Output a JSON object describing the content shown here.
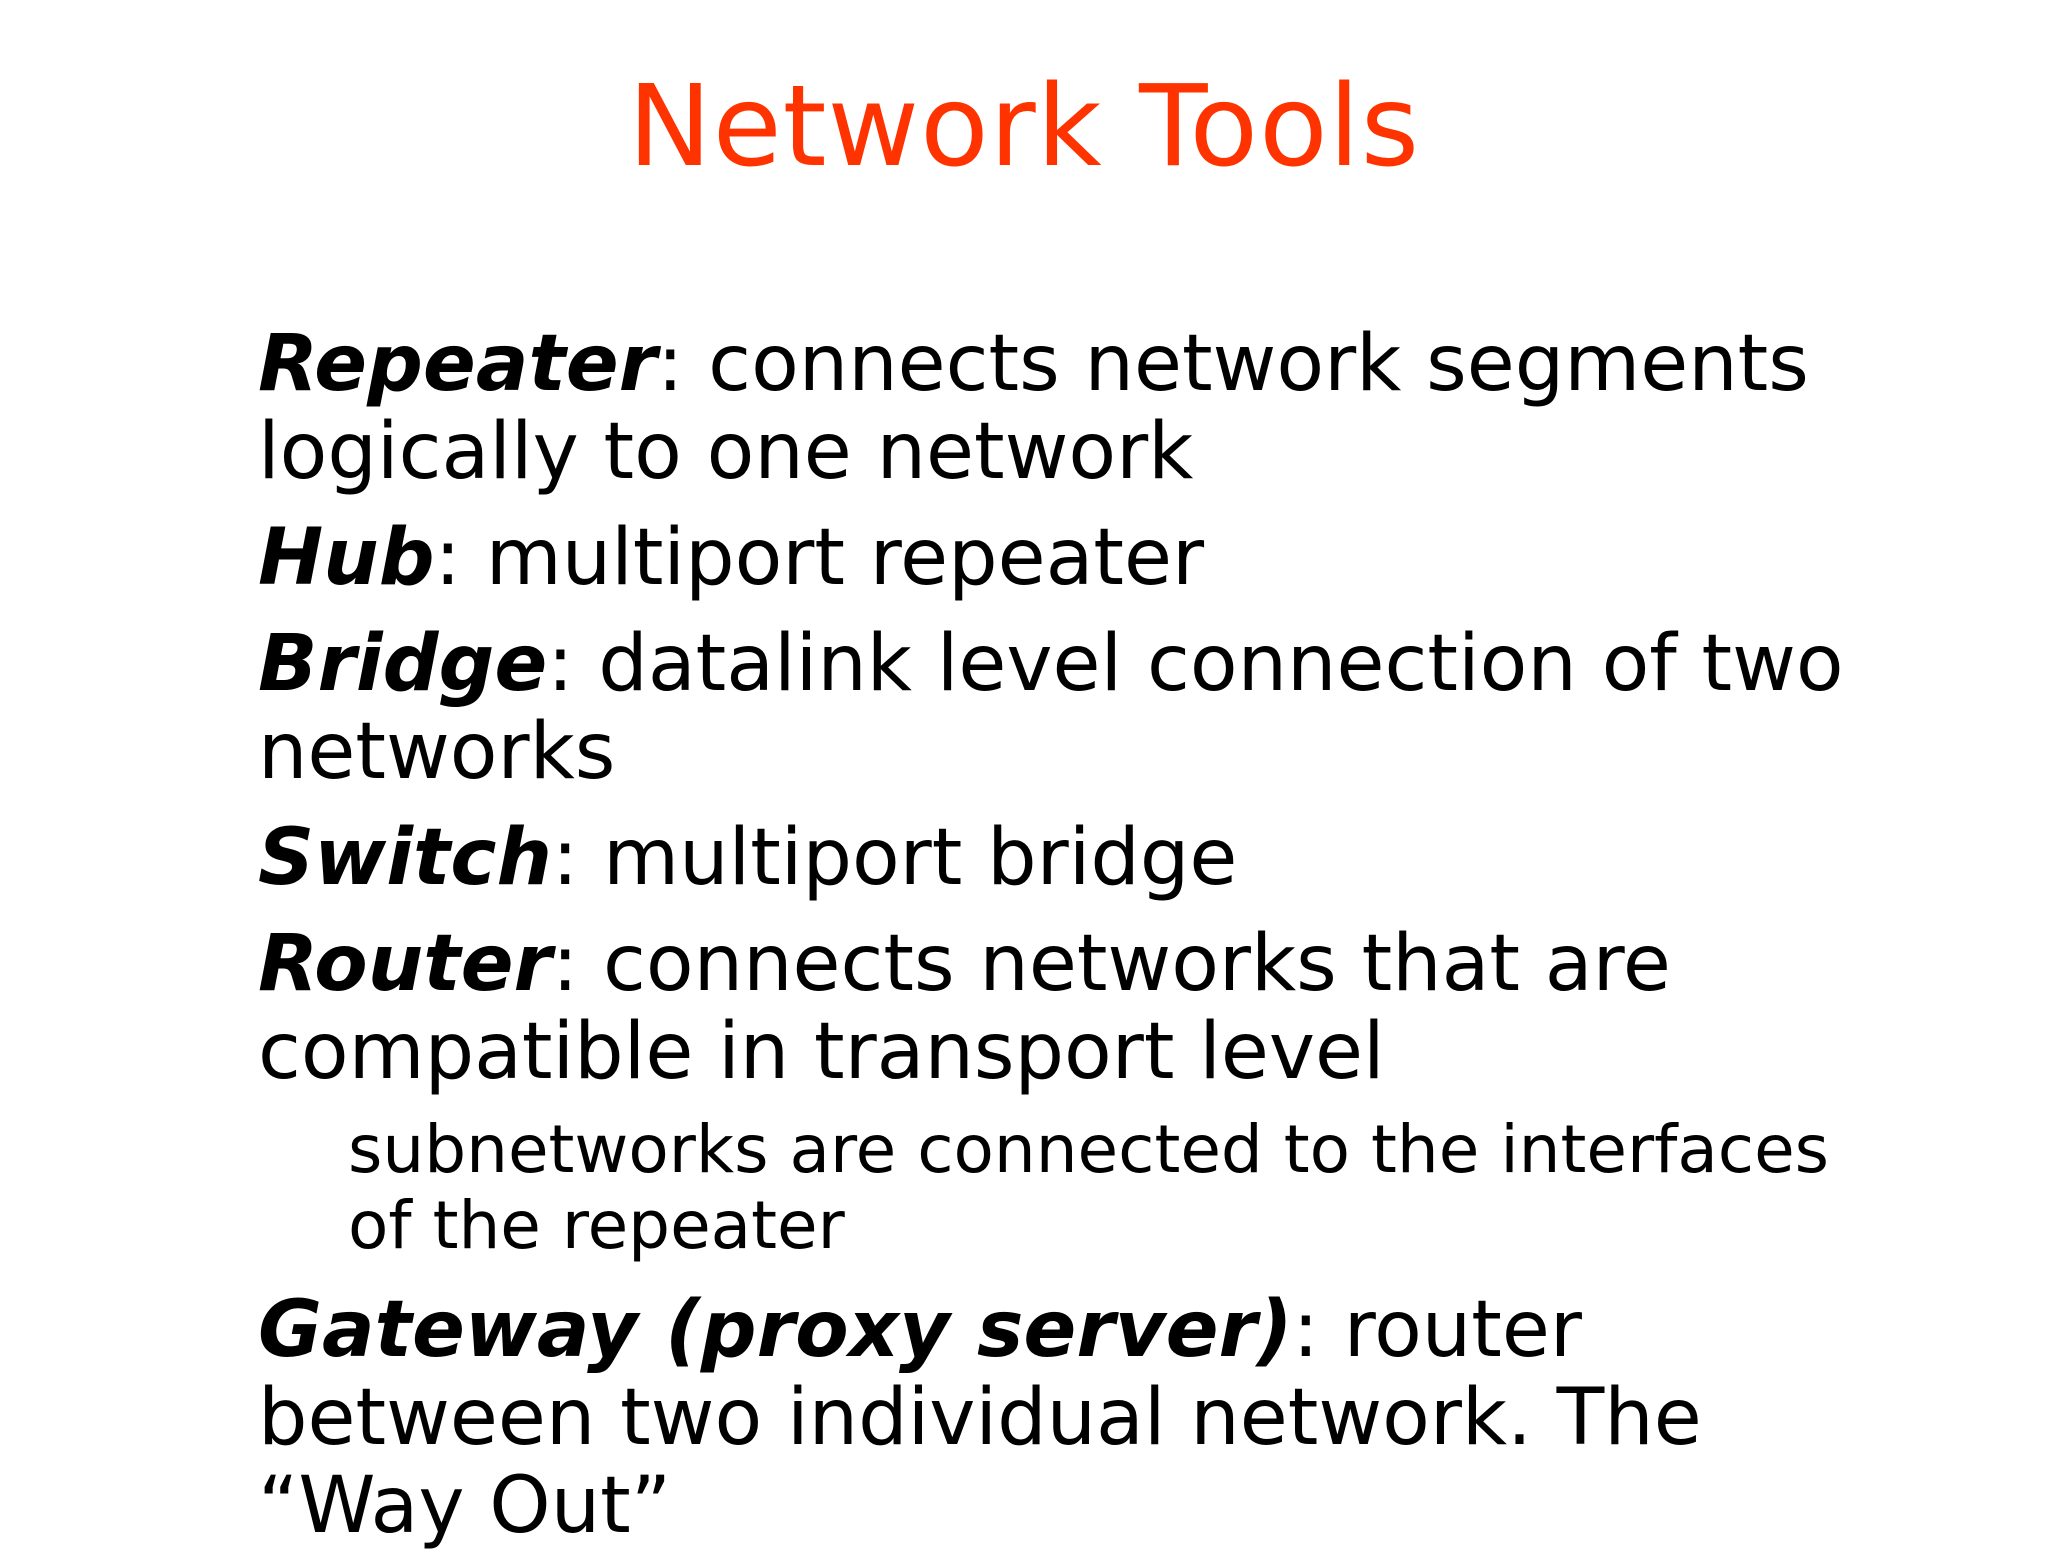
{
  "slide": {
    "title": "Network Tools",
    "title_color": "#ff3300",
    "items": [
      {
        "term": "Repeater",
        "text": ": connects network segments logically to one network"
      },
      {
        "term": "Hub",
        "text": ": multiport repeater"
      },
      {
        "term": "Bridge",
        "text": ": datalink level connection of two networks"
      },
      {
        "term": "Switch",
        "text": ": multiport bridge"
      },
      {
        "term": "Router",
        "text": ": connects networks that are compatible in transport level"
      },
      {
        "sub": "subnetworks are connected to the interfaces of the repeater"
      },
      {
        "term": "Gateway (proxy server)",
        "text": ": router between two individual network. The “Way Out”"
      }
    ]
  }
}
